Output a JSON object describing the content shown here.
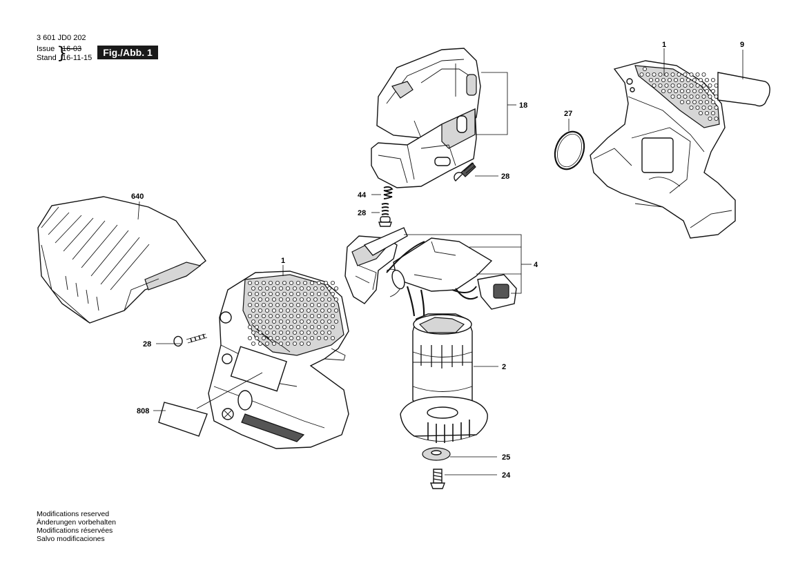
{
  "header": {
    "part_number": "3 601 JD0 202",
    "issue_label": "Issue",
    "issue_value": "16-03",
    "stand_label": "Stand",
    "stand_value": "16-11-15",
    "figure_label": "Fig./Abb. 1"
  },
  "notes": [
    "Modifications reserved",
    "Änderungen vorbehalten",
    "Modifications réservées",
    "Salvo modificaciones"
  ],
  "parts": [
    {
      "id": "18",
      "label": "18"
    },
    {
      "id": "28a",
      "label": "28"
    },
    {
      "id": "44",
      "label": "44"
    },
    {
      "id": "28b",
      "label": "28"
    },
    {
      "id": "1a",
      "label": "1"
    },
    {
      "id": "9",
      "label": "9"
    },
    {
      "id": "27",
      "label": "27"
    },
    {
      "id": "640",
      "label": "640"
    },
    {
      "id": "1b",
      "label": "1"
    },
    {
      "id": "28c",
      "label": "28"
    },
    {
      "id": "808",
      "label": "808"
    },
    {
      "id": "4",
      "label": "4"
    },
    {
      "id": "2",
      "label": "2"
    },
    {
      "id": "25",
      "label": "25"
    },
    {
      "id": "24",
      "label": "24"
    }
  ]
}
